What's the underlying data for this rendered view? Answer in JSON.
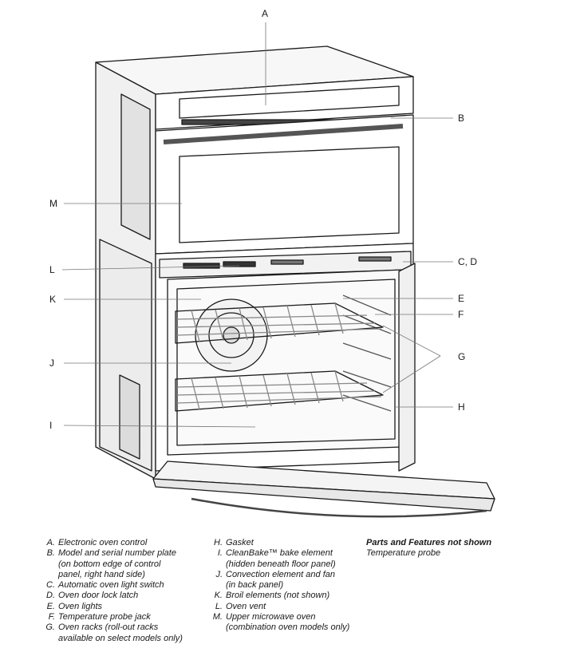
{
  "callouts": {
    "A": "A",
    "B": "B",
    "CD": "C, D",
    "E": "E",
    "F": "F",
    "G": "G",
    "H": "H",
    "I": "I",
    "J": "J",
    "K": "K",
    "L": "L",
    "M": "M"
  },
  "legend": {
    "col1": [
      {
        "key": "A.",
        "lines": [
          "Electronic oven control"
        ]
      },
      {
        "key": "B.",
        "lines": [
          "Model and serial number plate",
          "(on bottom edge of control",
          "panel, right hand side)"
        ]
      },
      {
        "key": "C.",
        "lines": [
          "Automatic oven light switch"
        ]
      },
      {
        "key": "D.",
        "lines": [
          "Oven door lock latch"
        ]
      },
      {
        "key": "E.",
        "lines": [
          "Oven lights"
        ]
      },
      {
        "key": "F.",
        "lines": [
          "Temperature probe jack"
        ]
      },
      {
        "key": "G.",
        "lines": [
          "Oven racks (roll-out racks",
          "available on select models only)"
        ]
      }
    ],
    "col2": [
      {
        "key": "H.",
        "lines": [
          "Gasket"
        ]
      },
      {
        "key": "I.",
        "lines": [
          "CleanBake™ bake element",
          "(hidden beneath floor panel)"
        ]
      },
      {
        "key": "J.",
        "lines": [
          "Convection element and fan",
          "(in back panel)"
        ]
      },
      {
        "key": "K.",
        "lines": [
          "Broil elements (not shown)"
        ]
      },
      {
        "key": "L.",
        "lines": [
          "Oven vent"
        ]
      },
      {
        "key": "M.",
        "lines": [
          "Upper microwave oven",
          "(combination oven models only)"
        ]
      }
    ],
    "col3": {
      "heading": "Parts and Features not shown",
      "items": [
        "Temperature probe"
      ]
    }
  }
}
